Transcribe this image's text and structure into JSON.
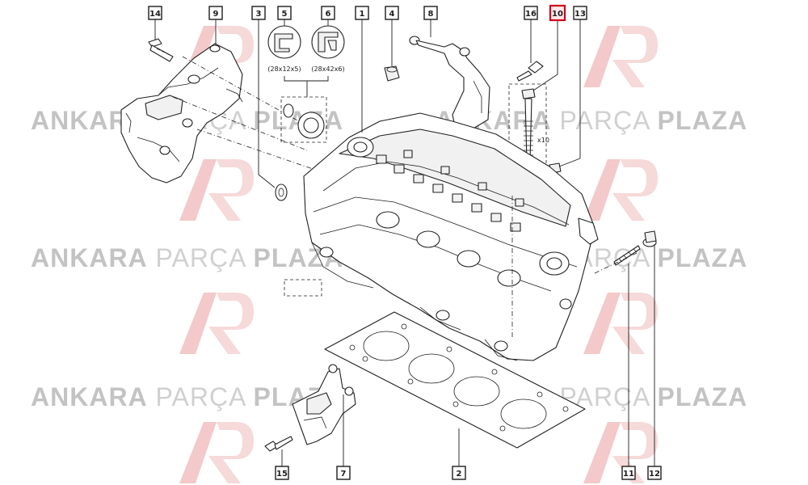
{
  "watermark": {
    "word_bold_1": "ANKARA",
    "word_light": "PARÇA",
    "word_bold_2": "PLAZA",
    "logo_color": "#f3c9c9"
  },
  "callouts": [
    {
      "label": "14",
      "highlight": false
    },
    {
      "label": "9",
      "highlight": false
    },
    {
      "label": "3",
      "highlight": false
    },
    {
      "label": "5",
      "highlight": false
    },
    {
      "label": "6",
      "highlight": false
    },
    {
      "label": "1",
      "highlight": false
    },
    {
      "label": "4",
      "highlight": false
    },
    {
      "label": "8",
      "highlight": false
    },
    {
      "label": "16",
      "highlight": false
    },
    {
      "label": "10",
      "highlight": true
    },
    {
      "label": "13",
      "highlight": false
    },
    {
      "label": "15",
      "highlight": false
    },
    {
      "label": "7",
      "highlight": false
    },
    {
      "label": "2",
      "highlight": false
    },
    {
      "label": "11",
      "highlight": false
    },
    {
      "label": "12",
      "highlight": false
    }
  ],
  "seal_dims": {
    "seal_5": "(28x12x5)",
    "seal_6": "(28x42x6)"
  },
  "bolt_count": "x10",
  "colors": {
    "highlight": "#d0021b",
    "callout_fill_highlight": "#ffe9ea"
  }
}
